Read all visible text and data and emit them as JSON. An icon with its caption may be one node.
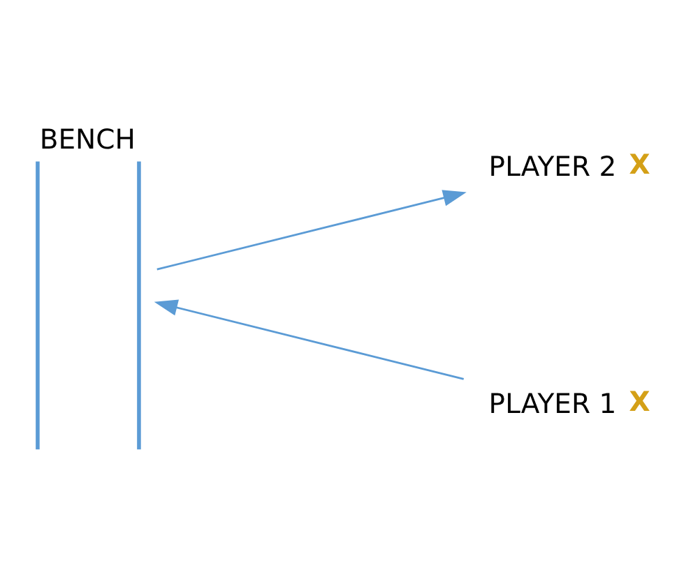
{
  "diagram": {
    "nodes": [
      {
        "text": [
          "BENCH"
        ]
      },
      {
        "text": [
          "PLAYER 1"
        ],
        "beside": [
          "X"
        ]
      },
      {
        "text": [
          "PLAYER 2"
        ],
        "beside": [
          "X"
        ]
      }
    ],
    "edges": [
      {
        "from": 1,
        "to": 0,
        "arrow": "to",
        "color": "#5b9bd5"
      },
      {
        "from": 0,
        "to": 2,
        "arrow": "to",
        "color": "#5b9bd5"
      }
    ]
  }
}
